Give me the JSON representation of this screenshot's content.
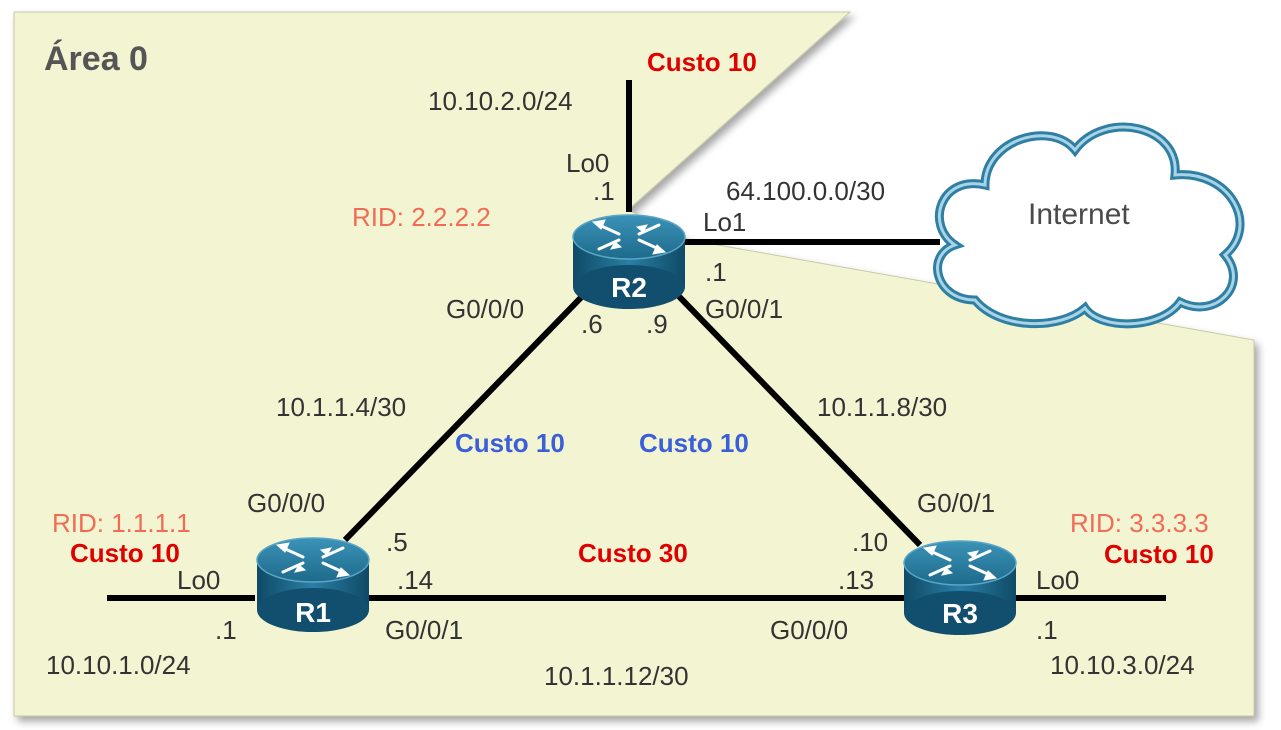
{
  "area_label": "Área 0",
  "routers": {
    "r1": {
      "name": "R1",
      "rid": "RID: 1.1.1.1"
    },
    "r2": {
      "name": "R2",
      "rid": "RID: 2.2.2.2"
    },
    "r3": {
      "name": "R3",
      "rid": "RID: 3.3.3.3"
    }
  },
  "internet": {
    "label": "Internet",
    "network": "64.100.0.0/30"
  },
  "interfaces": {
    "r2_lo0": "Lo0",
    "r2_lo0_host": ".1",
    "r2_lo1": "Lo1",
    "r2_lo1_host": ".1",
    "r2_g000": "G0/0/0",
    "r2_g000_host": ".6",
    "r2_g001": "G0/0/1",
    "r2_g001_host": ".9",
    "r1_g000": "G0/0/0",
    "r1_g000_host": ".5",
    "r1_g001": "G0/0/1",
    "r1_g001_host": ".14",
    "r1_lo0": "Lo0",
    "r1_lo0_host": ".1",
    "r3_g001": "G0/0/1",
    "r3_g001_host": ".10",
    "r3_g000": "G0/0/0",
    "r3_g000_host": ".13",
    "r3_lo0": "Lo0",
    "r3_lo0_host": ".1"
  },
  "networks": {
    "r2_lan": "10.10.2.0/24",
    "r1_lan": "10.10.1.0/24",
    "r3_lan": "10.10.3.0/24",
    "r1_r2": "10.1.1.4/30",
    "r2_r3": "10.1.1.8/30",
    "r1_r3": "10.1.1.12/30"
  },
  "costs": {
    "r2_lo0": "Custo 10",
    "r1_lo0": "Custo 10",
    "r3_lo0": "Custo 10",
    "r1_r2": "Custo 10",
    "r2_r3": "Custo 10",
    "r1_r3": "Custo 30"
  },
  "colors": {
    "area_fill": "#f3f4d2",
    "cost_red": "#e00000",
    "cost_blue": "#3a5fd9",
    "rid": "#f26b55",
    "router_body": "#1e6d8e",
    "link": "#000000"
  }
}
